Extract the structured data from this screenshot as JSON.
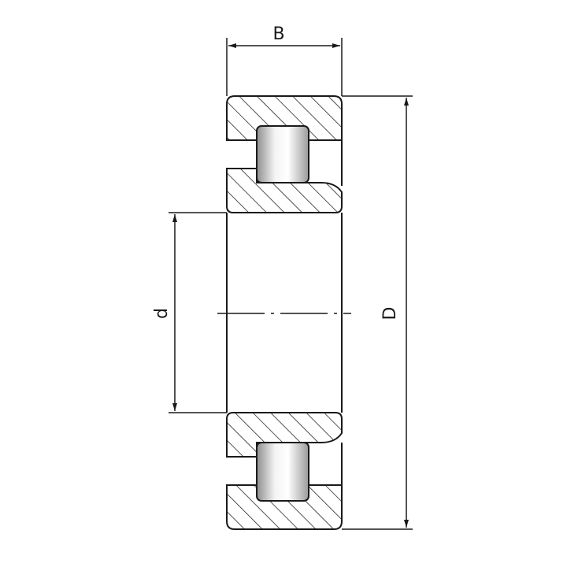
{
  "diagram": {
    "type": "cylindrical-roller-bearing-cross-section",
    "labels": {
      "width": "B",
      "bore_diameter": "d",
      "outer_diameter": "D"
    },
    "colors": {
      "line": "#1a1a1a",
      "roller_light": "#ffffff",
      "roller_dark": "#9a9a9a",
      "background": "#ffffff"
    }
  }
}
